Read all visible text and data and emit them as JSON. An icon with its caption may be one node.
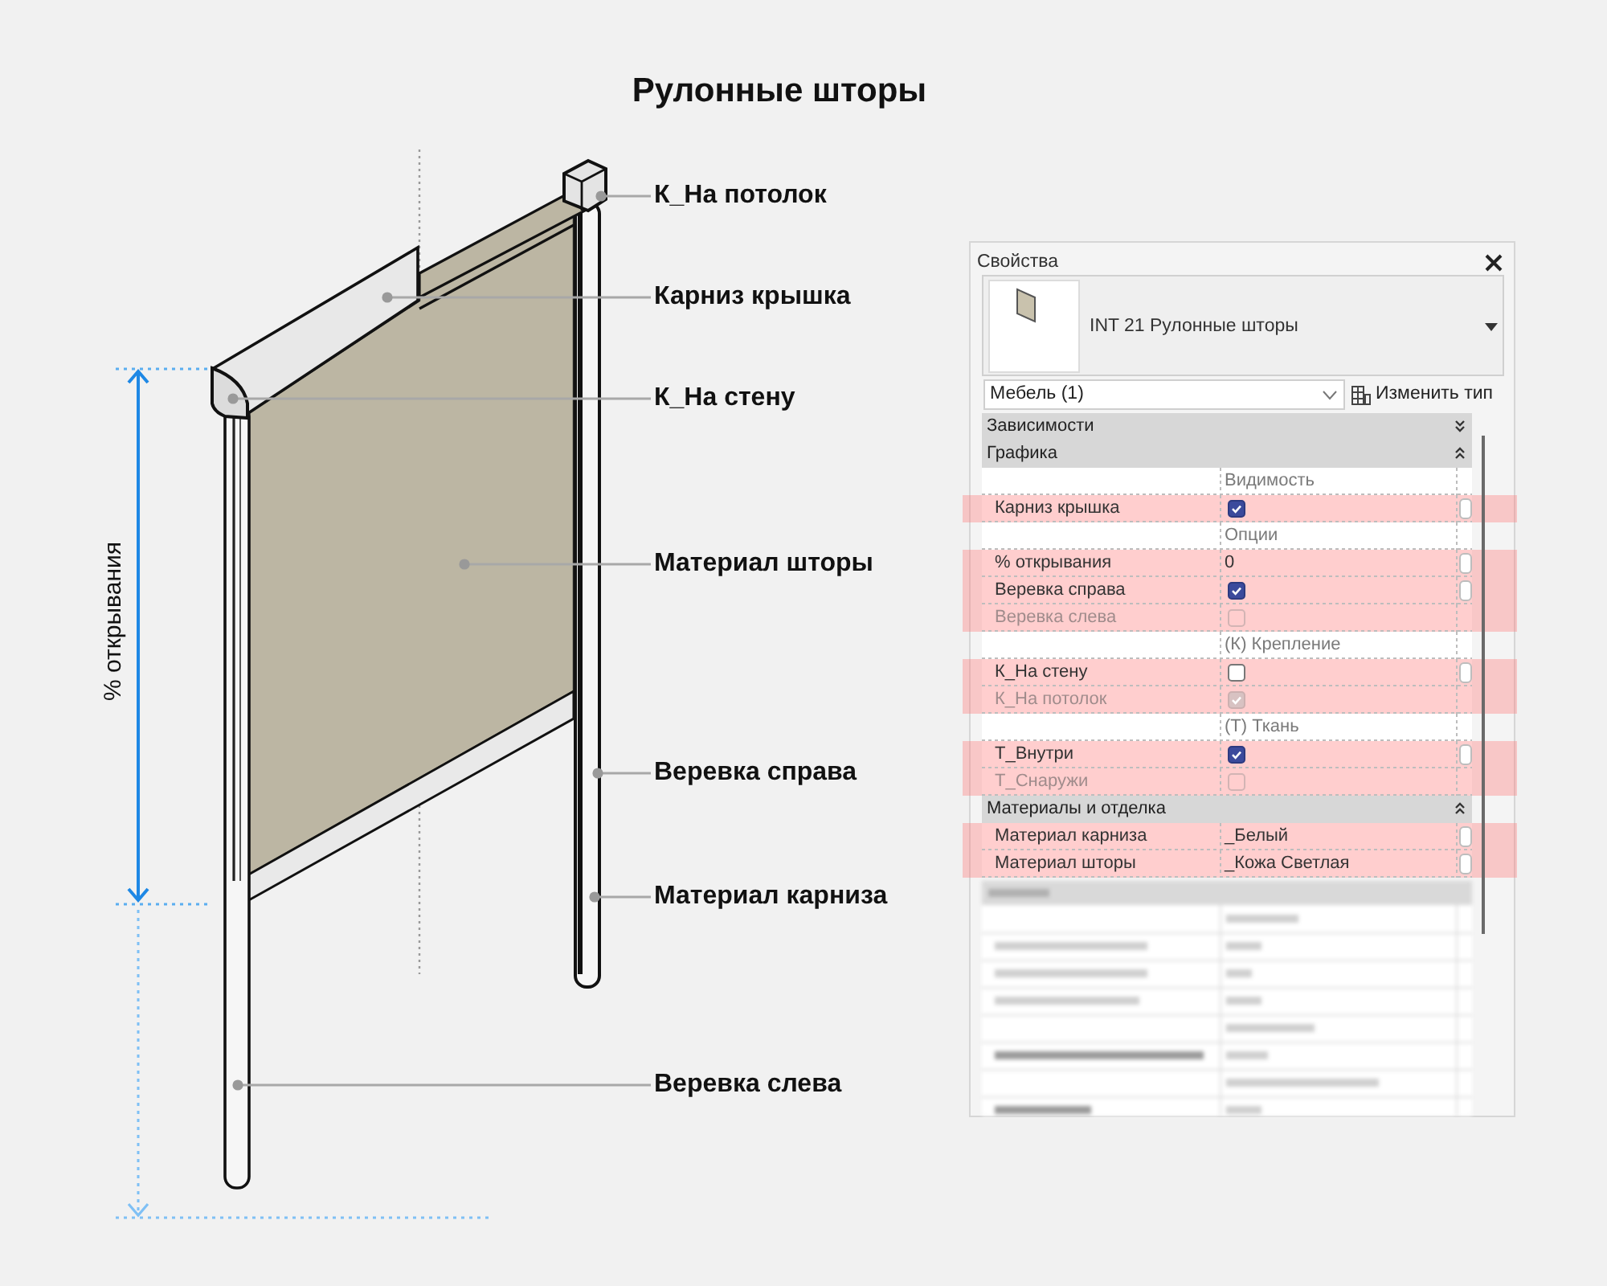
{
  "diagram": {
    "title": "Рулонные шторы",
    "nodes": [
      {
        "text": [
          "К_На потолок"
        ]
      },
      {
        "text": [
          "Карниз крышка"
        ]
      },
      {
        "text": [
          "К_На стену"
        ]
      },
      {
        "text": [
          "Материал шторы"
        ]
      },
      {
        "text": [
          "Веревка справа"
        ]
      },
      {
        "text": [
          "Материал карниза"
        ]
      },
      {
        "text": [
          "Веревка слева"
        ]
      }
    ],
    "edges": [
      {
        "from": 0,
        "to": null,
        "arrow": "other"
      },
      {
        "from": 1,
        "to": null,
        "arrow": "other"
      },
      {
        "from": 2,
        "to": null,
        "arrow": "other"
      },
      {
        "from": 3,
        "to": null,
        "arrow": "other"
      },
      {
        "from": 4,
        "to": null,
        "arrow": "other"
      },
      {
        "from": 5,
        "to": null,
        "arrow": "other"
      },
      {
        "from": 6,
        "to": null,
        "arrow": "other"
      }
    ],
    "labels": [
      "% открывания",
      "Свойства",
      "INT 21 Рулонные шторы",
      "Мебель (1)",
      "Изменить тип",
      "Зависимости",
      "Графика",
      "Видимость",
      "Карниз крышка",
      "Опции",
      "% открывания",
      "0",
      "Веревка справа",
      "Веревка слева",
      "(К) Крепление",
      "К_На стену",
      "К_На потолок",
      "(Т) Ткань",
      "Т_Внутри",
      "Т_Снаружи",
      "Материалы и отделка",
      "Материал карниза",
      "_Белый",
      "Материал шторы",
      "_Кожа Светлая"
    ]
  }
}
